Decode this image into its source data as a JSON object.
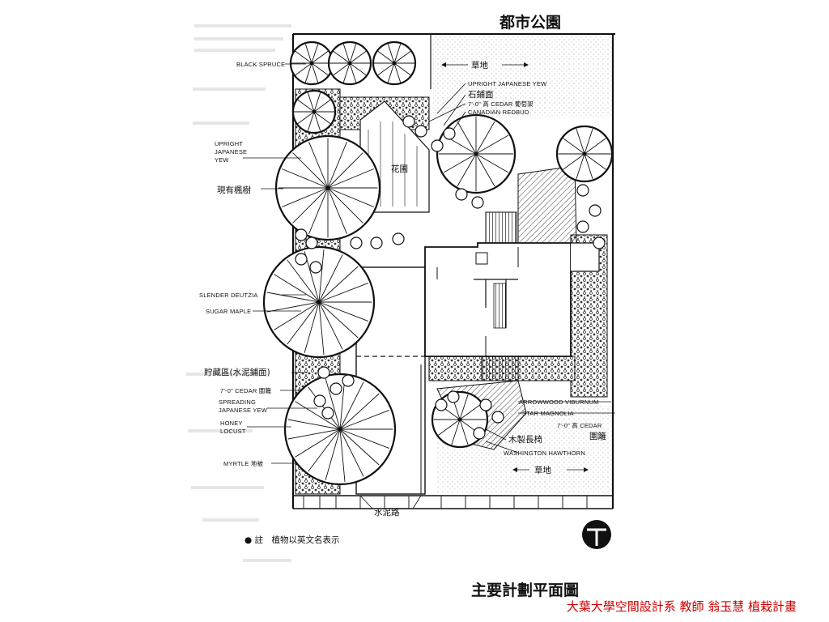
{
  "diagram": {
    "park_title": "都市公園",
    "main_title": "主要計劃平面圖",
    "footer_credit": "大葉大學空間設計系 教師 翁玉慧 植栽計畫",
    "note": "● 註　植物以英文名表示",
    "labels": {
      "black_spruce": "BLACK SPRUCE",
      "upright_yew_left_1": "UPRIGHT",
      "upright_yew_left_2": "JAPANESE",
      "upright_yew_left_3": "YEW",
      "existing_maple": "現有楓樹",
      "slender_deutzia": "SLENDER DEUTZIA",
      "sugar_maple": "SUGAR MAPLE",
      "storage": "貯藏區(水泥鋪面)",
      "cedar_fence_left": "7'-0\" CEDAR 圍籬",
      "spreading_yew_1": "SPREADING",
      "spreading_yew_2": "JAPANESE YEW",
      "honey_locust_1": "HONEY",
      "honey_locust_2": "LOCUST",
      "myrtle": "MYRTLE 地被",
      "cement_road": "水泥路",
      "lawn_top": "草地",
      "upright_yew_top": "UPRIGHT JAPANESE YEW",
      "stone_paving": "石鋪面",
      "cedar_trellis": "7'-0\" 高 CEDAR 葡萄架",
      "canadian_redbud": "CANADIAN REDBUD",
      "flower_bed": "花圃",
      "arrowwood": "ARROWWOOD VIBURNUM",
      "star_magnolia": "STAR MAGNOLIA",
      "cedar_fence_right_1": "7'-0\" 高 CEDAR",
      "cedar_fence_right_2": "圍籬",
      "wooden_bench": "木製長椅",
      "washington_hawthorn": "WASHINGTON HAWTHORN",
      "lawn_bottom": "草地"
    }
  }
}
